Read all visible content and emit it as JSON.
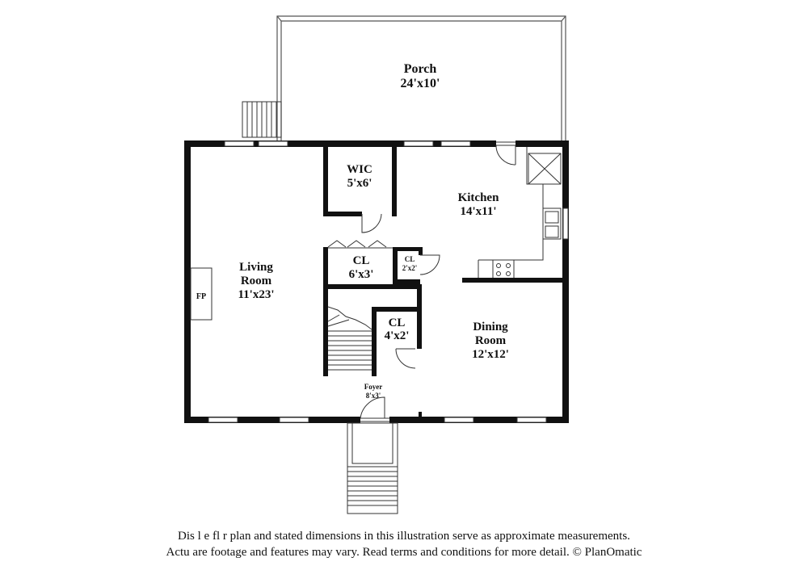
{
  "rooms": {
    "porch": {
      "name": "Porch",
      "dims": "24'x10'"
    },
    "wic": {
      "name": "WIC",
      "dims": "5'x6'"
    },
    "kitchen": {
      "name": "Kitchen",
      "dims": "14'x11'"
    },
    "living": {
      "name_line1": "Living",
      "name_line2": "Room",
      "dims": "11'x23'"
    },
    "fp": {
      "name": "FP"
    },
    "cl_main": {
      "name": "CL",
      "dims": "6'x3'"
    },
    "cl_small": {
      "name": "CL",
      "dims": "2'x2'"
    },
    "cl_stair": {
      "name": "CL",
      "dims": "4'x2'"
    },
    "dining": {
      "name_line1": "Dining",
      "name_line2": "Room",
      "dims": "12'x12'"
    },
    "foyer": {
      "name": "Foyer",
      "dims": "8'x3'"
    }
  },
  "disclaimer": {
    "line1": "Dis    l    e fl   r plan and stated dimensions in this illustration serve as approximate measurements.",
    "line2": "Actu     are footage and features may vary. Read terms and conditions for more detail. © PlanOmatic"
  }
}
